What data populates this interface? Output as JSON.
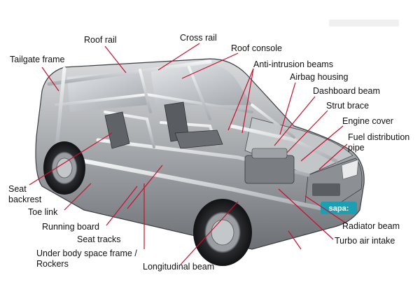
{
  "diagram": {
    "accent_color": "#c8102e",
    "brand_badge_text": "sapa:",
    "labels": {
      "tailgate_frame": "Tailgate frame",
      "roof_rail": "Roof rail",
      "cross_rail": "Cross rail",
      "roof_console": "Roof console",
      "anti_intrusion_beams": "Anti-intrusion beams",
      "airbag_housing": "Airbag housing",
      "dashboard_beam": "Dashboard beam",
      "strut_brace": "Strut brace",
      "engine_cover": "Engine cover",
      "fuel_distribution_pipe": "Fuel distribution pipe",
      "seat_backrest": "Seat backrest",
      "toe_link": "Toe link",
      "running_board": "Running board",
      "seat_tracks": "Seat tracks",
      "underbody_frame": "Under body space frame / Rockers",
      "longitudinal_beam": "Longitudinal beam",
      "radiator_beam": "Radiator beam",
      "turbo_air_intake": "Turbo air intake"
    }
  }
}
